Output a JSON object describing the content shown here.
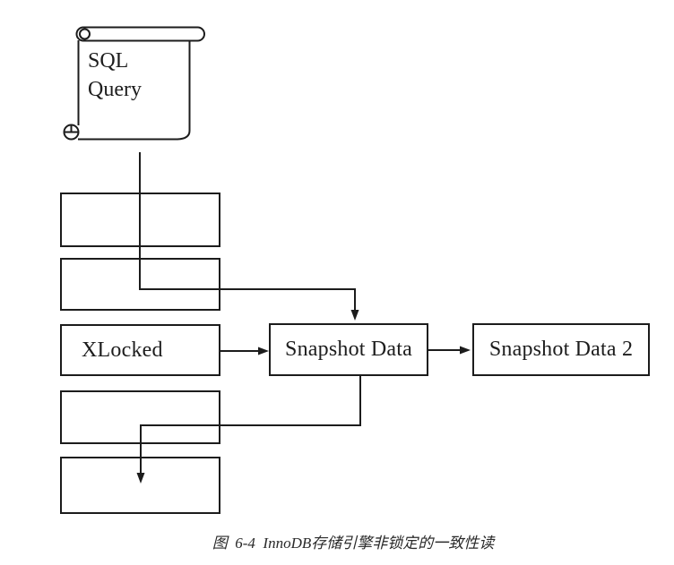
{
  "figure": {
    "scroll": {
      "line1": "SQL",
      "line2": "Query"
    },
    "left_column": {
      "boxes": [
        {
          "label": ""
        },
        {
          "label": ""
        },
        {
          "label": "XLocked"
        },
        {
          "label": ""
        },
        {
          "label": ""
        }
      ]
    },
    "snapshot_box": {
      "label": "Snapshot Data"
    },
    "snapshot2_box": {
      "label": "Snapshot Data 2"
    },
    "caption": "图  6-4  InnoDB存储引擎非锁定的一致性读",
    "colors": {
      "ink": "#1c1c1c",
      "background": "#ffffff"
    }
  }
}
